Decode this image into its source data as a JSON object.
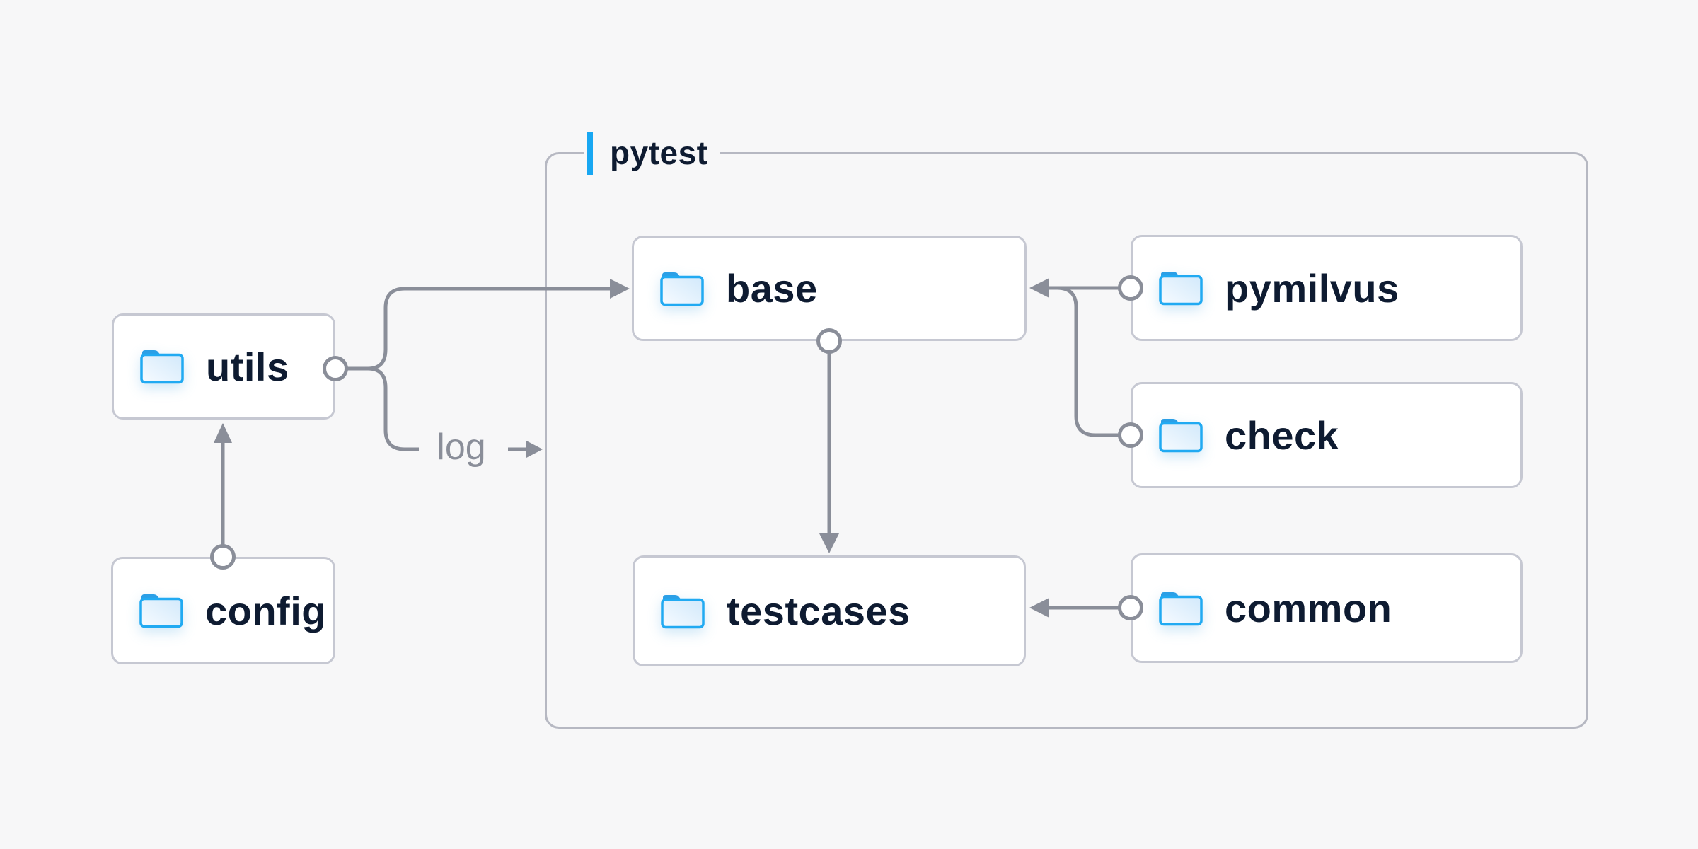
{
  "page": {
    "background_color": "#f7f7f8"
  },
  "diagram": {
    "group": {
      "label": "pytest",
      "accent_color": "#18a7f2"
    },
    "nodes": {
      "utils": {
        "label": "utils",
        "icon": "folder-icon"
      },
      "config": {
        "label": "config",
        "icon": "folder-icon"
      },
      "base": {
        "label": "base",
        "icon": "folder-icon"
      },
      "pymilvus": {
        "label": "pymilvus",
        "icon": "folder-icon"
      },
      "check": {
        "label": "check",
        "icon": "folder-icon"
      },
      "testcases": {
        "label": "testcases",
        "icon": "folder-icon"
      },
      "common": {
        "label": "common",
        "icon": "folder-icon"
      }
    },
    "edge_labels": {
      "log": "log"
    },
    "edges": [
      {
        "from": "config",
        "to": "utils",
        "style": "arrow"
      },
      {
        "from": "utils",
        "to": "base",
        "style": "arrow"
      },
      {
        "from": "utils",
        "to": "log",
        "style": "arrow",
        "label": "log"
      },
      {
        "from": "pymilvus",
        "to": "base",
        "style": "arrow"
      },
      {
        "from": "check",
        "to": "base",
        "style": "arrow-merge"
      },
      {
        "from": "base",
        "to": "testcases",
        "style": "arrow"
      },
      {
        "from": "common",
        "to": "testcases",
        "style": "arrow"
      }
    ],
    "colors": {
      "background": "#f7f7f8",
      "node_background": "#ffffff",
      "node_border": "#c6c8d2",
      "frame_border": "#b6b8c2",
      "connector_gray": "#8a8e99",
      "text_navy": "#0e1b31",
      "accent_blue": "#18a7f2",
      "folder_stroke_blue": "#21aaf2",
      "folder_tab_blue": "#2b9fe6"
    }
  }
}
